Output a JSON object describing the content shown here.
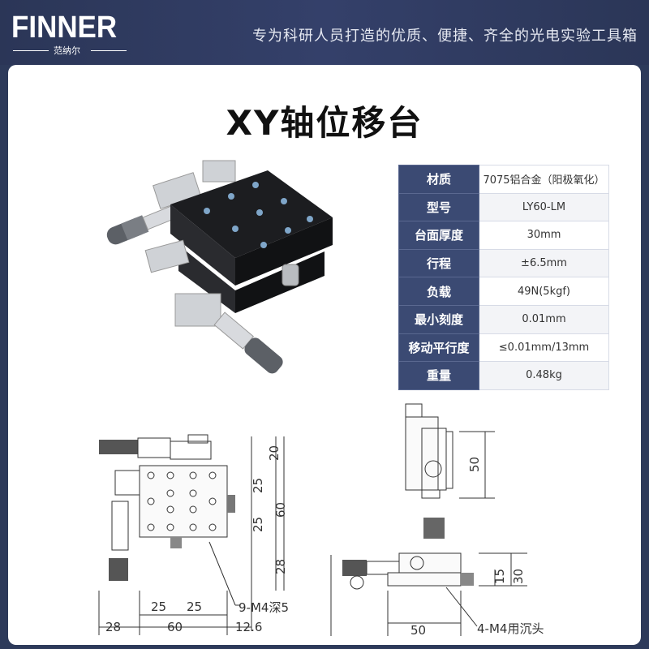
{
  "brand": {
    "name": "FINNER",
    "sub": "范纳尔"
  },
  "slogan": "专为科研人员打造的优质、便捷、齐全的光电实验工具箱",
  "product_title": "XY轴位移台",
  "specs": [
    {
      "key": "材质",
      "value": "7075铝合金（阳极氧化）"
    },
    {
      "key": "型号",
      "value": "LY60-LM"
    },
    {
      "key": "台面厚度",
      "value": "30mm"
    },
    {
      "key": "行程",
      "value": "±6.5mm"
    },
    {
      "key": "负载",
      "value": "49N(5kgf)"
    },
    {
      "key": "最小刻度",
      "value": "0.01mm"
    },
    {
      "key": "移动平行度",
      "value": "≤0.01mm/13mm"
    },
    {
      "key": "重量",
      "value": "0.48kg"
    }
  ],
  "drawing": {
    "dims": {
      "d20": "20",
      "d25a": "25",
      "d60v": "60",
      "d25b": "25",
      "d28v": "28",
      "d25c": "25",
      "d25d": "25",
      "d28h": "28",
      "d60h": "60",
      "d126": "12.6",
      "hole_note": "9-M4深5",
      "side_50v": "50",
      "front_15": "15",
      "front_30": "30",
      "front_50": "50",
      "front_note": "4-M4用沉头"
    }
  },
  "colors": {
    "header_bg": "#2b3657",
    "table_key_bg": "#3b4a73",
    "card_bg": "#ffffff"
  }
}
